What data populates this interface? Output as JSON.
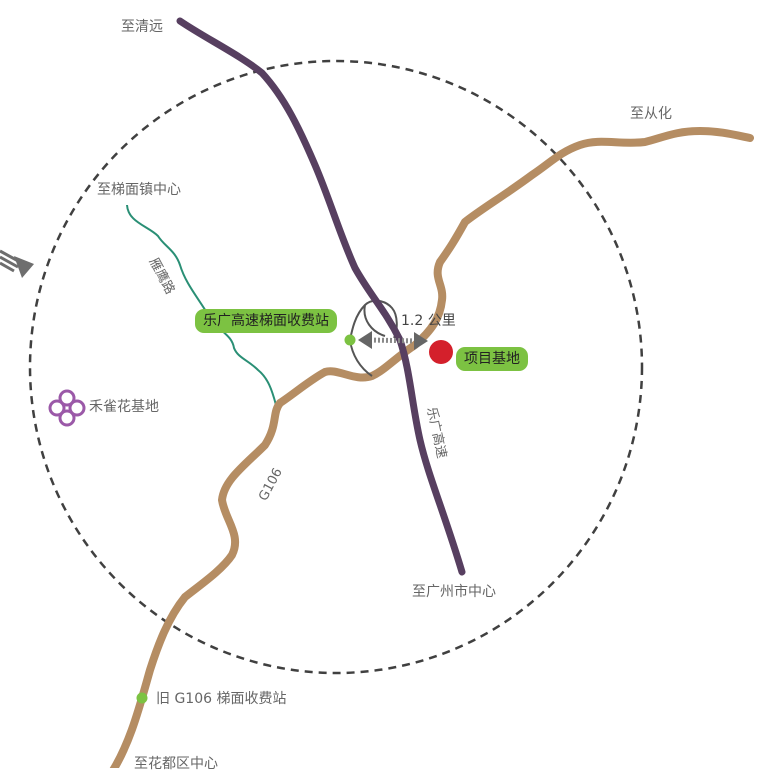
{
  "colors": {
    "highway": "#573f60",
    "national_road": "#b58d63",
    "local_road": "#2a8f75",
    "circle": "#404040",
    "highlight": "#7cc242",
    "project_marker": "#d4202b",
    "flower_icon": "#9b59a8",
    "arrow": "#6e6e6e",
    "label_text": "#666666"
  },
  "directions": {
    "qingyuan": "至清远",
    "conghua": "至从化",
    "timian_town": "至梯面镇中心",
    "guangzhou": "至广州市中心",
    "huadu": "至花都区中心"
  },
  "roads": {
    "yanying": "雁鹰路",
    "leguang": "乐广高速",
    "g106": "G106"
  },
  "places": {
    "toll_station": "乐广高速梯面收费站",
    "project": "项目基地",
    "distance": "1.2 公里",
    "flower_base": "禾雀花基地",
    "old_toll": "旧 G106 梯面收费站"
  }
}
